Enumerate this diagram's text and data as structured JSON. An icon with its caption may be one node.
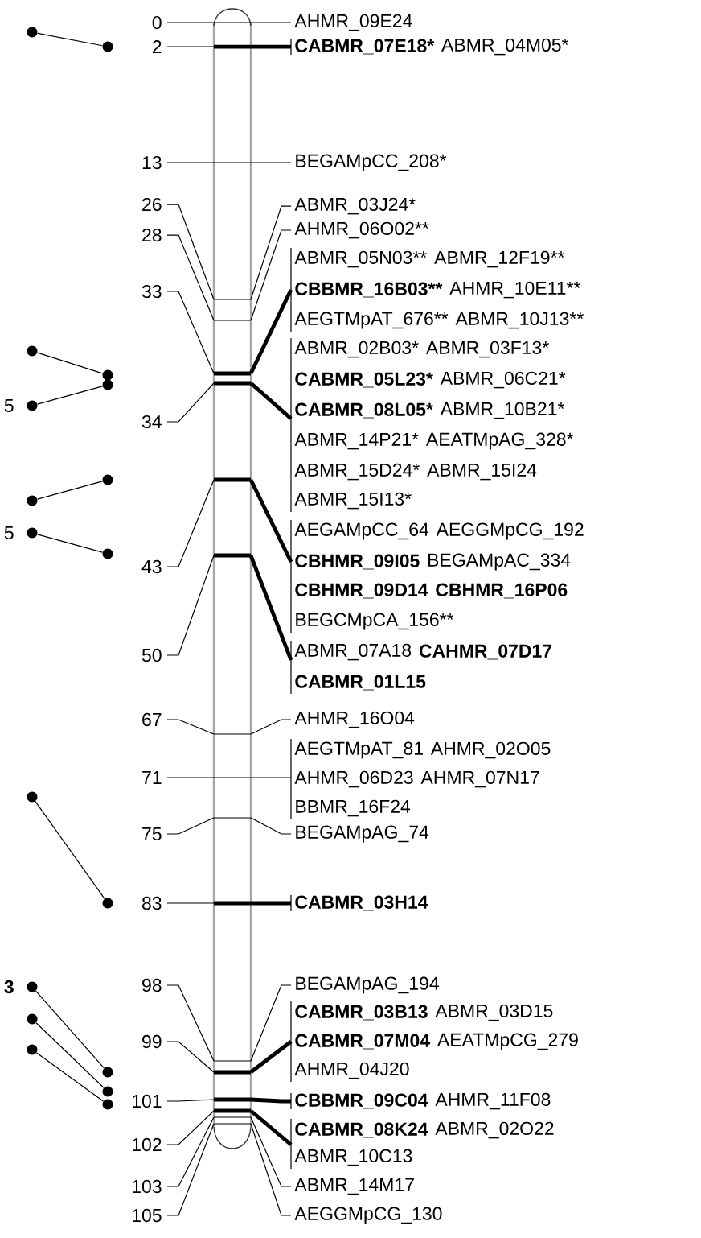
{
  "diagram": {
    "nodes": [
      {
        "text": [],
        "shape": "circle"
      },
      {
        "text": [],
        "shape": "circle"
      },
      {
        "text": [],
        "shape": "circle"
      },
      {
        "text": [],
        "shape": "circle"
      },
      {
        "text": [],
        "shape": "circle"
      },
      {
        "text": [],
        "shape": "circle"
      },
      {
        "text": [],
        "shape": "circle"
      },
      {
        "text": [],
        "shape": "circle"
      },
      {
        "text": [],
        "shape": "circle"
      },
      {
        "text": [],
        "shape": "circle"
      },
      {
        "text": [],
        "shape": "circle"
      },
      {
        "text": [],
        "shape": "circle"
      },
      {
        "text": [],
        "shape": "circle"
      },
      {
        "text": [],
        "shape": "circle"
      },
      {
        "text": [],
        "shape": "circle"
      },
      {
        "text": [],
        "shape": "circle"
      },
      {
        "text": [],
        "shape": "circle"
      },
      {
        "text": [],
        "shape": "circle"
      }
    ],
    "edges": [
      {
        "from": 0,
        "to": 1,
        "arrow": "none"
      },
      {
        "from": 2,
        "to": 3,
        "arrow": "none"
      },
      {
        "from": 4,
        "to": 5,
        "arrow": "none"
      },
      {
        "from": 6,
        "to": 7,
        "arrow": "none"
      },
      {
        "from": 8,
        "to": 9,
        "arrow": "none"
      },
      {
        "from": 10,
        "to": 11,
        "arrow": "none"
      },
      {
        "from": 12,
        "to": 13,
        "arrow": "none"
      },
      {
        "from": 14,
        "to": 15,
        "arrow": "none"
      },
      {
        "from": 16,
        "to": 17,
        "arrow": "none"
      }
    ],
    "labels": [
      "0",
      "AHMR_09E24",
      "2",
      "CABMR_07E18*",
      "ABMR_04M05*",
      "13",
      "BEGAMpCC_208*",
      "26",
      "ABMR_03J24*",
      "28",
      "AHMR_06O02**",
      "33",
      "ABMR_05N03**",
      "ABMR_12F19**",
      "CBBMR_16B03**",
      "AHMR_10E11**",
      "AEGTMpAT_676**",
      "ABMR_10J13**",
      "34",
      "ABMR_02B03*",
      "ABMR_03F13*",
      "CABMR_05L23*",
      "ABMR_06C21*",
      "CABMR_08L05*",
      "ABMR_10B21*",
      "ABMR_14P21*",
      "AEATMpAG_328*",
      "ABMR_15D24*",
      "ABMR_15I24",
      "ABMR_15I13*",
      "43",
      "AEGAMpCC_64",
      "AEGGMpCG_192",
      "CBHMR_09I05",
      "BEGAMpAC_334",
      "CBHMR_09D14",
      "CBHMR_16P06",
      "BEGCMpCA_156**",
      "50",
      "ABMR_07A18",
      "CAHMR_07D17",
      "CABMR_01L15",
      "67",
      "AHMR_16O04",
      "71",
      "AEGTMpAT_81",
      "AHMR_02O05",
      "AHMR_06D23",
      "AHMR_07N17",
      "BBMR_16F24",
      "75",
      "BEGAMpAG_74",
      "83",
      "CABMR_03H14",
      "98",
      "BEGAMpAG_194",
      "99",
      "CABMR_03B13",
      "ABMR_03D15",
      "CABMR_07M04",
      "AEATMpCG_279",
      "AHMR_04J20",
      "101",
      "CBBMR_09C04",
      "AHMR_11F08",
      "102",
      "CABMR_08K24",
      "ABMR_02O22",
      "ABMR_10C13",
      "103",
      "ABMR_14M17",
      "105",
      "AEGGMpCG_130",
      "5",
      "5",
      "3"
    ]
  }
}
